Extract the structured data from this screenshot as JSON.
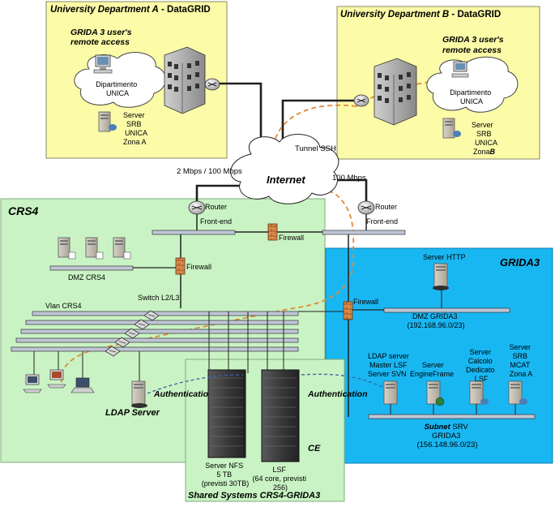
{
  "univ_a": {
    "title_italic": "University Department A",
    "title_sep": " - ",
    "title_bold": "DataGRID",
    "remote_access_line1": "GRIDA 3 user's",
    "remote_access_line2": "remote access",
    "dept_line1": "Dipartimento",
    "dept_line2": "UNICA",
    "server_lines": [
      "Server",
      "SRB",
      "UNICA",
      "Zona A"
    ]
  },
  "univ_b": {
    "title_italic": "University Department B",
    "title_sep": " - ",
    "title_bold": "DataGRID",
    "remote_access_line1": "GRIDA 3 user's",
    "remote_access_line2": "remote access",
    "dept_line1": "Dipartimento",
    "dept_line2": "UNICA",
    "server_lines": [
      "Server",
      "SRB",
      "UNICA",
      "Zona"
    ],
    "server_zone_suffix": "B"
  },
  "internet": {
    "label": "Internet",
    "tunnel_label": "Tunnel SSH",
    "link_left": "2 Mbps / 100 Mbps",
    "link_right": "100 Mbps"
  },
  "crs4": {
    "title": "CRS4",
    "router_label": "Router",
    "frontend_label": "Front-end",
    "firewall_top": "Firewall",
    "firewall_dmz": "Firewall",
    "dmz_label": "DMZ CRS4",
    "vlan_label": "Vlan CRS4",
    "switch_label": "Switch L2/L3",
    "authentication_label": "Authentication",
    "ldap_label": "LDAP Server"
  },
  "grida3": {
    "title": "GRIDA3",
    "router_label": "Router",
    "frontend_label": "Front-end",
    "firewall_label": "Firewall",
    "server_http": "Server HTTP",
    "dmz_label": "DMZ GRIDA3",
    "dmz_subnet": "(192.168.96.0/23)",
    "ldap_lines": [
      "LDAP server",
      "Master LSF",
      "Server SVN"
    ],
    "engine_lines": [
      "Server",
      "EngineFrame"
    ],
    "calcolo_lines": [
      "Server",
      "Calcolo",
      "Dedicato",
      "LSF"
    ],
    "srb_lines": [
      "Server",
      "SRB",
      "MCAT",
      "Zona A"
    ],
    "authentication_label": "Authentication",
    "subnet_bold": "Subnet",
    "subnet_srv": " SRV",
    "subnet_name": "GRIDA3",
    "subnet_addr": "(156.148.96.0/23)"
  },
  "shared": {
    "title": "Shared Systems CRS4-GRIDA3",
    "nfs_lines": [
      "Server NFS",
      "5 TB",
      "(previsti 30TB)"
    ],
    "ce_label": "CE",
    "lsf_lines": [
      "LSF",
      "(64 core, previsti",
      "256)"
    ]
  },
  "colors": {
    "yellow_zone": "#fbfba8",
    "green_zone": "#c9f3c4",
    "blue_zone": "#19b7f2",
    "internet_link": "#1f1f1f",
    "tunnel": "#e08a3c",
    "auth_link": "#3a5fa8"
  }
}
